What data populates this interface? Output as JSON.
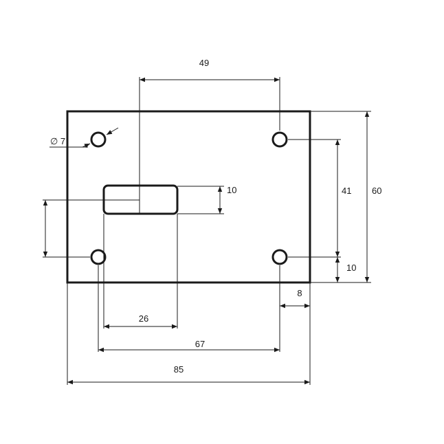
{
  "dimensions": {
    "hole_diameter": "∅ 7",
    "top_width": "49",
    "slot_height": "10",
    "right_inner_height": "41",
    "right_total_height": "60",
    "bottom_offset": "10",
    "right_offset": "8",
    "slot_width": "26",
    "hole_spacing": "67",
    "total_width": "85"
  },
  "colors": {
    "line": "#1a1a1a",
    "background": "#ffffff"
  }
}
